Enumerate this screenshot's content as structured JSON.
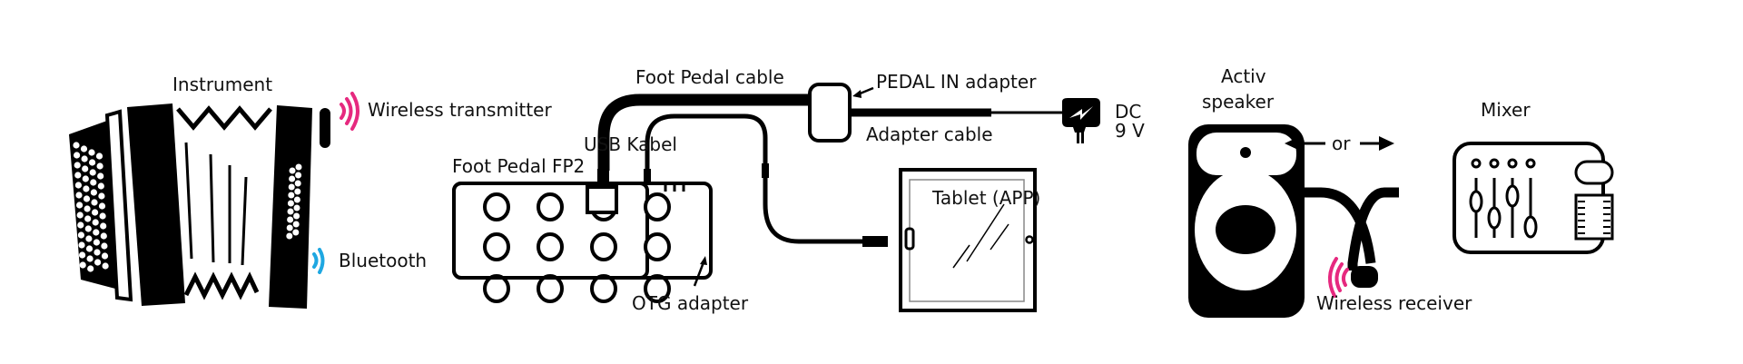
{
  "colors": {
    "ink": "#000000",
    "wireless": "#e6297f",
    "bluetooth": "#1ea7e1",
    "background": "#ffffff"
  },
  "labels": {
    "instrument": "Instrument",
    "wireless_transmitter": "Wireless transmitter",
    "bluetooth": "Bluetooth",
    "foot_pedal": "Foot Pedal FP2",
    "foot_pedal_cable": "Foot Pedal cable",
    "pedal_in_adapter": "PEDAL IN adapter",
    "adapter_cable": "Adapter cable",
    "dc_line1": "DC",
    "dc_line2": "9 V",
    "usb_cable": "USB Kabel",
    "tablet": "Tablet (APP)",
    "otg_adapter": "OTG adapter",
    "speaker_line1": "Activ",
    "speaker_line2": "speaker",
    "or": "or",
    "mixer": "Mixer",
    "wireless_receiver": "Wireless receiver"
  },
  "components": [
    {
      "id": "instrument",
      "icon": "accordion-icon",
      "label": "Instrument"
    },
    {
      "id": "wireless-transmitter",
      "icon": "wireless-signal-icon",
      "signal": "wireless"
    },
    {
      "id": "foot-pedal",
      "icon": "foot-pedal-icon",
      "buttons": 12,
      "signal": "bluetooth"
    },
    {
      "id": "pedal-in-adapter",
      "icon": "adapter-box-icon"
    },
    {
      "id": "power-supply",
      "icon": "power-plug-icon",
      "label": "DC 9 V"
    },
    {
      "id": "tablet",
      "icon": "tablet-icon",
      "label": "Tablet (APP)"
    },
    {
      "id": "active-speaker",
      "icon": "speaker-icon",
      "label": "Activ speaker"
    },
    {
      "id": "mixer",
      "icon": "mixer-icon",
      "label": "Mixer"
    },
    {
      "id": "wireless-receiver",
      "icon": "wireless-receiver-icon",
      "signal": "wireless"
    }
  ],
  "connections": [
    {
      "from": "foot-pedal",
      "to": "pedal-in-adapter",
      "label": "Foot Pedal cable"
    },
    {
      "from": "pedal-in-adapter",
      "to": "power-supply",
      "label": "Adapter cable"
    },
    {
      "from": "foot-pedal",
      "to": "tablet",
      "label": "USB Kabel",
      "via": "OTG adapter"
    },
    {
      "from": "instrument",
      "to": "foot-pedal",
      "label": "Bluetooth"
    },
    {
      "from": "wireless-receiver",
      "to": "active-speaker",
      "alternative": "or"
    },
    {
      "from": "wireless-receiver",
      "to": "mixer",
      "alternative": "or"
    }
  ]
}
